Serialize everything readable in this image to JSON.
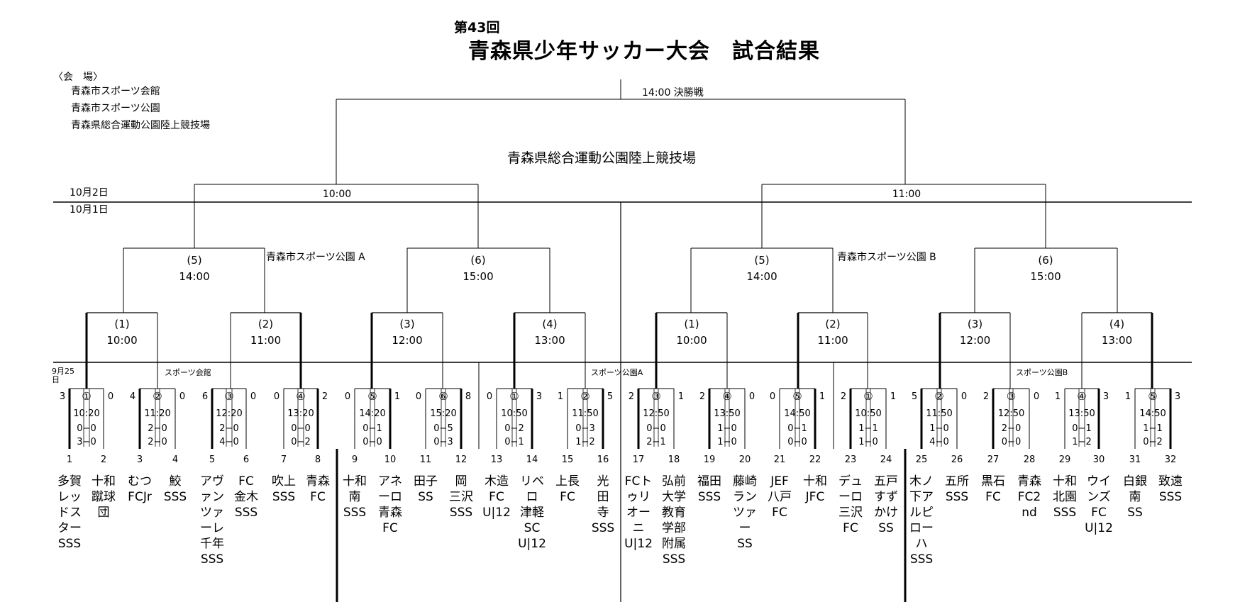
{
  "header": {
    "edition": "第43回",
    "title": "青森県少年サッカー大会　試合結果"
  },
  "venues": {
    "heading": "〈会　場〉",
    "list": [
      "青森市スポーツ会館",
      "青森市スポーツ公園",
      "青森県総合運動公園陸上競技場"
    ]
  },
  "final": {
    "label": "14:00  決勝戦",
    "venue": "青森県総合運動公園陸上競技場"
  },
  "dates": {
    "oct2": "10月2日",
    "oct1": "10月1日",
    "sep25": "9月25日"
  },
  "semifinals": {
    "left_time": "10:00",
    "right_time": "11:00"
  },
  "qf_left": {
    "venue": "青森市スポーツ公園 A",
    "matches": [
      {
        "no": "(5)",
        "time": "14:00"
      },
      {
        "no": "(6)",
        "time": "15:00"
      }
    ]
  },
  "qf_right": {
    "venue": "青森市スポーツ公園 B",
    "matches": [
      {
        "no": "(5)",
        "time": "14:00"
      },
      {
        "no": "(6)",
        "time": "15:00"
      }
    ]
  },
  "r2_left": [
    {
      "no": "(1)",
      "time": "10:00"
    },
    {
      "no": "(2)",
      "time": "11:00"
    },
    {
      "no": "(3)",
      "time": "12:00"
    },
    {
      "no": "(4)",
      "time": "13:00"
    }
  ],
  "r2_right": [
    {
      "no": "(1)",
      "time": "10:00"
    },
    {
      "no": "(2)",
      "time": "11:00"
    },
    {
      "no": "(3)",
      "time": "12:00"
    },
    {
      "no": "(4)",
      "time": "13:00"
    }
  ],
  "r1_venues": {
    "kaikan": "スポーツ会館",
    "parkA": "スポーツ公園A",
    "parkB": "スポーツ公園B"
  },
  "r1": [
    {
      "no": "①",
      "time": "10:20",
      "h1": "0−0",
      "h2": "3−0",
      "left": "3",
      "right": "0"
    },
    {
      "no": "②",
      "time": "11:20",
      "h1": "2−0",
      "h2": "2−0",
      "left": "4",
      "right": "0"
    },
    {
      "no": "③",
      "time": "12:20",
      "h1": "2−0",
      "h2": "4−0",
      "left": "6",
      "right": "0"
    },
    {
      "no": "④",
      "time": "13:20",
      "h1": "0−0",
      "h2": "0−2",
      "left": "0",
      "right": "2"
    },
    {
      "no": "⑤",
      "time": "14:20",
      "h1": "0−1",
      "h2": "0−0",
      "left": "0",
      "right": "1"
    },
    {
      "no": "⑥",
      "time": "15:20",
      "h1": "0−5",
      "h2": "0−3",
      "left": "0",
      "right": "8"
    },
    {
      "no": "①",
      "time": "10:50",
      "h1": "0−2",
      "h2": "0−1",
      "left": "0",
      "right": "3"
    },
    {
      "no": "②",
      "time": "11:50",
      "h1": "0−3",
      "h2": "1−2",
      "left": "1",
      "right": "5"
    },
    {
      "no": "③",
      "time": "12:50",
      "h1": "0−0",
      "h2": "2−1",
      "left": "2",
      "right": "1"
    },
    {
      "no": "④",
      "time": "13:50",
      "h1": "1−0",
      "h2": "1−0",
      "left": "2",
      "right": "0"
    },
    {
      "no": "⑤",
      "time": "14:50",
      "h1": "0−1",
      "h2": "0−0",
      "left": "0",
      "right": "1"
    },
    {
      "no": "①",
      "time": "10:50",
      "h1": "1−1",
      "h2": "1−0",
      "left": "2",
      "right": "1"
    },
    {
      "no": "②",
      "time": "11:50",
      "h1": "1−0",
      "h2": "4−0",
      "left": "5",
      "right": "0"
    },
    {
      "no": "③",
      "time": "12:50",
      "h1": "2−0",
      "h2": "0−0",
      "left": "2",
      "right": "0"
    },
    {
      "no": "④",
      "time": "13:50",
      "h1": "0−1",
      "h2": "1−2",
      "left": "1",
      "right": "3"
    },
    {
      "no": "⑤",
      "time": "14:50",
      "h1": "1−1",
      "h2": "0−2",
      "left": "1",
      "right": "3"
    }
  ],
  "teams": [
    {
      "num": "1",
      "lines": [
        "多賀",
        "レッ",
        "ドス",
        "ター",
        "SSS"
      ]
    },
    {
      "num": "2",
      "lines": [
        "十和",
        "蹴球",
        "団"
      ]
    },
    {
      "num": "3",
      "lines": [
        "むつ",
        "FCJr"
      ]
    },
    {
      "num": "4",
      "lines": [
        "鮫",
        "SSS"
      ]
    },
    {
      "num": "5",
      "lines": [
        "アヴ",
        "ァン",
        "ツァ",
        "ーレ",
        "千年",
        "SSS"
      ]
    },
    {
      "num": "6",
      "lines": [
        "FC",
        "金木",
        "SSS"
      ]
    },
    {
      "num": "7",
      "lines": [
        "吹上",
        "SSS"
      ]
    },
    {
      "num": "8",
      "lines": [
        "青森",
        "FC"
      ]
    },
    {
      "num": "9",
      "lines": [
        "十和",
        "南",
        "SSS"
      ]
    },
    {
      "num": "10",
      "lines": [
        "アネ",
        "ーロ",
        "青森",
        "FC"
      ]
    },
    {
      "num": "11",
      "lines": [
        "田子",
        "SS"
      ]
    },
    {
      "num": "12",
      "lines": [
        "岡",
        "三沢",
        "SSS"
      ]
    },
    {
      "num": "13",
      "lines": [
        "木造",
        "FC",
        "U|12"
      ]
    },
    {
      "num": "14",
      "lines": [
        "リベ",
        "ロ",
        "津軽",
        "SC",
        "U|12"
      ]
    },
    {
      "num": "15",
      "lines": [
        "上長",
        "FC"
      ]
    },
    {
      "num": "16",
      "lines": [
        "光",
        "田",
        "寺",
        "SSS"
      ]
    },
    {
      "num": "17",
      "lines": [
        "FCト",
        "ゥリ",
        "オー",
        "ニ",
        "U|12"
      ]
    },
    {
      "num": "18",
      "lines": [
        "弘前",
        "大学",
        "教育",
        "学部",
        "附属",
        "SSS"
      ]
    },
    {
      "num": "19",
      "lines": [
        "福田",
        "SSS"
      ]
    },
    {
      "num": "20",
      "lines": [
        "藤崎",
        "ラン",
        "ツァ",
        "ー",
        "SS"
      ]
    },
    {
      "num": "21",
      "lines": [
        "JEF",
        "八戸",
        "FC"
      ]
    },
    {
      "num": "22",
      "lines": [
        "十和",
        "JFC"
      ]
    },
    {
      "num": "23",
      "lines": [
        "デュ",
        "ーロ",
        "三沢",
        "FC"
      ]
    },
    {
      "num": "24",
      "lines": [
        "五戸",
        "すず",
        "かけ",
        "SS"
      ]
    },
    {
      "num": "25",
      "lines": [
        "木ノ",
        "下ア",
        "ルピ",
        "ロー",
        "ハ",
        "SSS"
      ]
    },
    {
      "num": "26",
      "lines": [
        "五所",
        "SSS"
      ]
    },
    {
      "num": "27",
      "lines": [
        "黒石",
        "FC"
      ]
    },
    {
      "num": "28",
      "lines": [
        "青森",
        "FC2",
        "nd"
      ]
    },
    {
      "num": "29",
      "lines": [
        "十和",
        "北園",
        "SSS"
      ]
    },
    {
      "num": "30",
      "lines": [
        "ウイ",
        "ンズ",
        "FC",
        "U|12"
      ]
    },
    {
      "num": "31",
      "lines": [
        "白銀",
        "南",
        "SS"
      ]
    },
    {
      "num": "32",
      "lines": [
        "致遠",
        "SSS"
      ]
    }
  ]
}
